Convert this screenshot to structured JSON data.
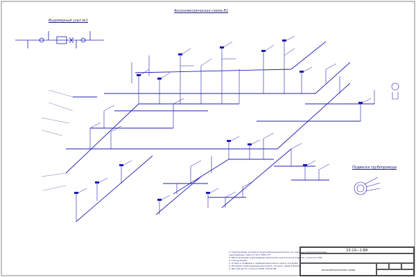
{
  "drawing": {
    "title": "Аксонометрическая схема В1",
    "input_node_title": "Водомерный узел №1",
    "fitting_legend_title": "Подвеска трубопровода",
    "stamp_code": "23-19—1-ВК",
    "stamp_sheet_name": "Аксонометрическая схема",
    "notes": [
      "1. Трубопроводы холодного водоснабжения выполнить из стальных водогазопроводных",
      "оцинкованных труб по ГОСТ 3262-75*.",
      "2. Магистральные трубопроводы проложить под потолком подвала с уклоном 0,002",
      "в сторону ввода.",
      "3. Стояки и подводки к приборам выполнить скрыто в штрабе.",
      "4. Изоляцию трубопроводов выполнить согласно серии 4.904-69.",
      "5. Монтаж вести согласно СНиП 3.05.01-85."
    ]
  },
  "colors": {
    "pipe": "#1c1cb4",
    "ink": "#1a1a6e",
    "frame": "#333333"
  }
}
